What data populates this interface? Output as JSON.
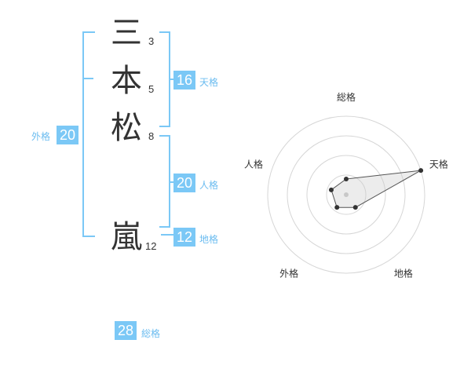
{
  "name": {
    "chars": [
      {
        "char": "三",
        "strokes": "3"
      },
      {
        "char": "本",
        "strokes": "5"
      },
      {
        "char": "松",
        "strokes": "8"
      },
      {
        "char": "嵐",
        "strokes": "12"
      }
    ]
  },
  "kaku": {
    "tenkaku": {
      "label": "天格",
      "value": "16"
    },
    "jinkaku": {
      "label": "人格",
      "value": "20"
    },
    "chikaku": {
      "label": "地格",
      "value": "12"
    },
    "gaikaku": {
      "label": "外格",
      "value": "20"
    },
    "soukaku": {
      "label": "総格",
      "value": "28"
    }
  },
  "colors": {
    "accent": "#7bc8f6",
    "text": "#333333"
  },
  "chart_data": {
    "type": "radar",
    "axes": [
      "総格",
      "天格",
      "地格",
      "外格",
      "人格"
    ],
    "values": [
      0.2,
      1.0,
      0.2,
      0.2,
      0.2
    ],
    "rings": 4
  }
}
